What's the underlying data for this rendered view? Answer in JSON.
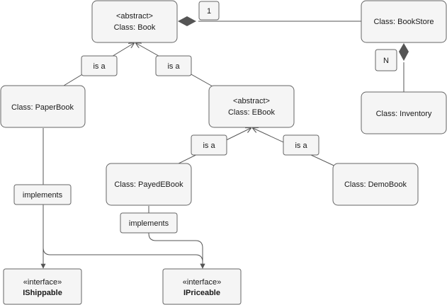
{
  "nodes": {
    "book": {
      "stereotype": "<abstract>",
      "name": "Class: Book"
    },
    "bookstore": {
      "name": "Class: BookStore"
    },
    "inventory": {
      "name": "Class: Inventory"
    },
    "paperbook": {
      "name": "Class: PaperBook"
    },
    "ebook": {
      "stereotype": "<abstract>",
      "name": "Class: EBook"
    },
    "payedebook": {
      "name": "Class: PayedEBook"
    },
    "demobook": {
      "name": "Class: DemoBook"
    },
    "ishippable": {
      "stereotype": "«interface»",
      "name": "IShippable"
    },
    "ipriceable": {
      "stereotype": "«interface»",
      "name": "IPriceable"
    }
  },
  "edge_labels": {
    "mult_one": "1",
    "mult_n": "N",
    "isa_paper": "is a",
    "isa_ebook": "is a",
    "isa_payed": "is a",
    "isa_demo": "is a",
    "impl_paper": "implements",
    "impl_payed": "implements"
  },
  "colors": {
    "fill": "#f5f5f5",
    "stroke": "#666666",
    "line": "#555555"
  }
}
